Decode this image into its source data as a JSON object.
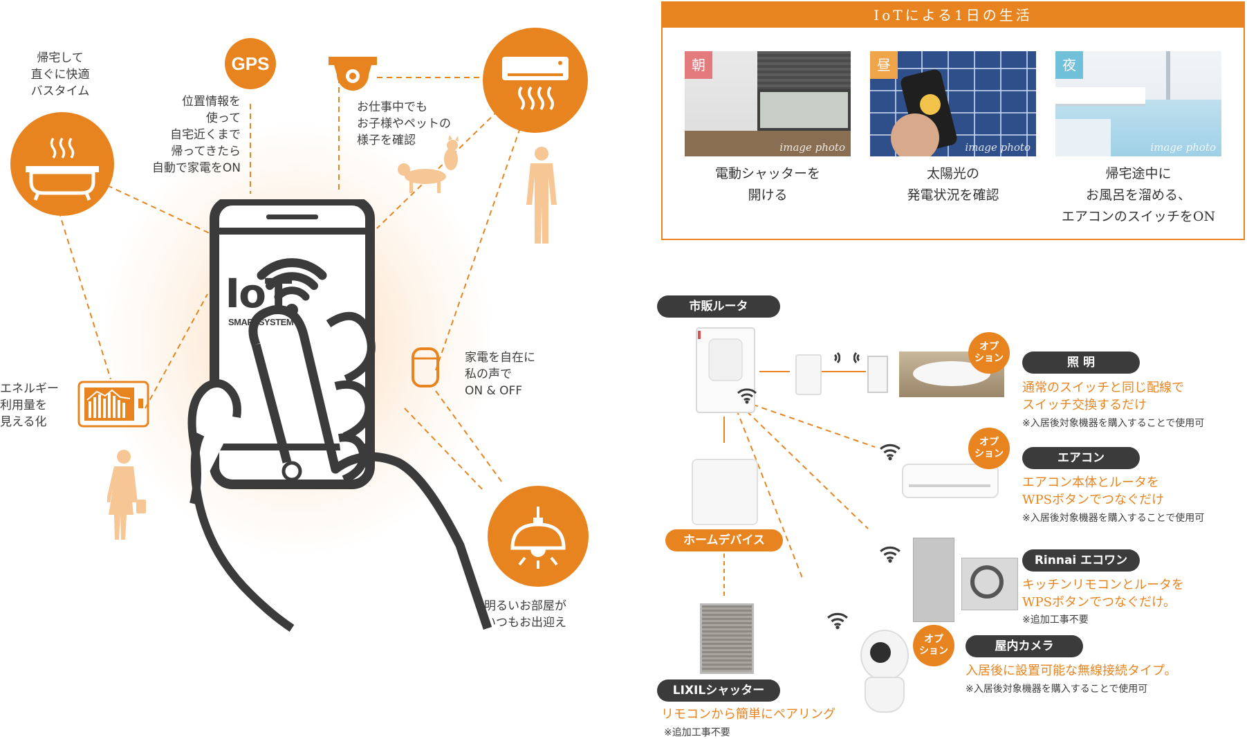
{
  "colors": {
    "accent": "#e8841f",
    "dark": "#3b3b3b"
  },
  "left": {
    "bath": "帰宅して\n直ぐに快適\nバスタイム",
    "gps_icon": "GPS",
    "gps": "位置情報を\n使って\n自宅近くまで\n帰ってきたら\n自動で家電をON",
    "camera": "お仕事中でも\nお子様やペットの\n様子を確認",
    "energy": "エネルギー\n利用量を\n見える化",
    "voice": "家電を自在に\n私の声で\nON & OFF",
    "light": "明るいお部屋が\nいつもお出迎え",
    "phone_title": "IoT",
    "phone_sub": "SMARTSYSTEM"
  },
  "day": {
    "header": "IoTによる1日の生活",
    "image_label": "image photo",
    "items": [
      {
        "badge": "朝",
        "caption": "電動シャッターを\n開ける"
      },
      {
        "badge": "昼",
        "caption": "太陽光の\n発電状況を確認"
      },
      {
        "badge": "夜",
        "caption": "帰宅途中に\nお風呂を溜める、\nエアコンのスイッチをON"
      }
    ]
  },
  "network": {
    "router": "市販ルータ",
    "home_device": "ホームデバイス",
    "lixil": "LIXILシャッター",
    "lixil_desc": "リモコンから簡単にペアリング",
    "lixil_note": "※追加工事不要",
    "option": "オプ\nション",
    "devices": [
      {
        "name": "照 明",
        "desc": "通常のスイッチと同じ配線で\nスイッチ交換するだけ",
        "note": "※入居後対象機器を購入することで使用可"
      },
      {
        "name": "エアコン",
        "desc": "エアコン本体とルータを\nWPSボタンでつなぐだけ",
        "note": "※入居後対象機器を購入することで使用可"
      },
      {
        "name": "Rinnai エコワン",
        "desc": "キッチンリモコンとルータを\nWPSボタンでつなぐだけ。",
        "note": "※追加工事不要"
      },
      {
        "name": "屋内カメラ",
        "desc": "入居後に設置可能な無線接続タイプ。",
        "note": "※入居後対象機器を購入することで使用可"
      }
    ]
  }
}
